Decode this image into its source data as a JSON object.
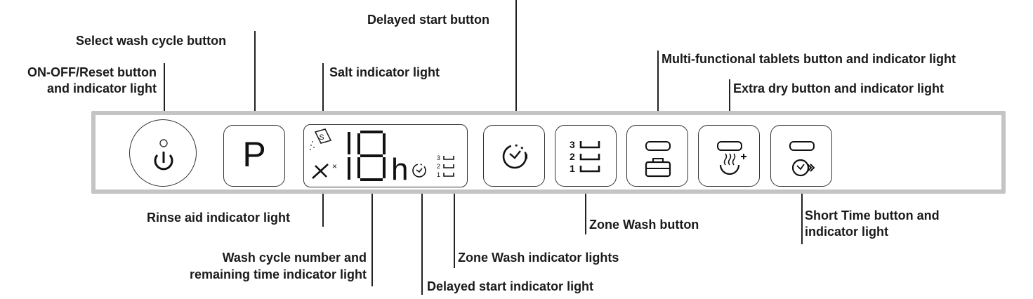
{
  "labels": {
    "delayed_start_button": "Delayed start button",
    "select_wash_cycle_button": "Select wash cycle button",
    "on_off_line1": "ON-OFF/Reset button",
    "on_off_line2": "and indicator light",
    "salt_indicator": "Salt indicator light",
    "multi_tablets": "Multi-functional tablets button and indicator light",
    "extra_dry": "Extra dry button and indicator light",
    "rinse_aid": "Rinse aid indicator light",
    "zone_wash_button": "Zone Wash button",
    "short_time_line1": "Short Time button and",
    "short_time_line2": "indicator light",
    "wash_cycle_line1": "Wash cycle number and",
    "wash_cycle_line2": "remaining time indicator light",
    "zone_wash_lights": "Zone Wash indicator lights",
    "delayed_start_indicator": "Delayed start indicator light"
  },
  "panel": {
    "program_button_letter": "P",
    "display_digits": "18",
    "display_unit": "h",
    "salt_symbol": "S",
    "zone_levels": [
      "3",
      "2",
      "1"
    ]
  },
  "icons": [
    "power-icon",
    "program-p-icon",
    "salt-icon",
    "rinse-aid-icon",
    "delay-clock-icon",
    "zone-wash-icon",
    "tablet-icon",
    "extra-dry-icon",
    "short-time-icon"
  ]
}
